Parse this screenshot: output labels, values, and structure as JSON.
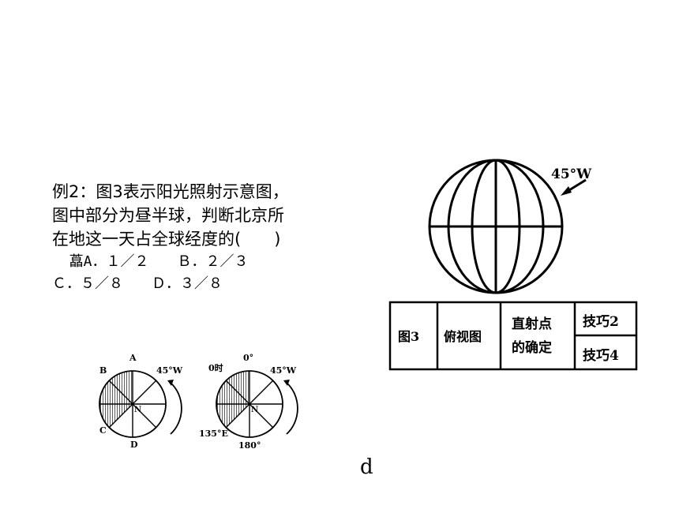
{
  "question": {
    "line1": "例2：图3表示阳光照射示意图，",
    "line2": "图中部分为昼半球，判断北京所",
    "line3": "在地这一天占全球经度的(　　)",
    "options_row1": "  藠A．１／２　　Ｂ．２／３",
    "options_row2": "Ｃ．５／８　　Ｄ．３／８"
  },
  "globe_figure": {
    "direction_label": "45°W",
    "table": {
      "col1": "图3",
      "col2": "俯视图",
      "col3_line1": "直射点",
      "col3_line2": "的确定",
      "col4_top": "技巧2",
      "col4_bottom": "技巧4"
    }
  },
  "polar_figures": {
    "left": {
      "label_a": "A",
      "label_b": "B",
      "label_c": "C",
      "label_d": "D",
      "label_n": "N",
      "direction": "45°W"
    },
    "right": {
      "label_top_left": "0时",
      "label_top": "0°",
      "label_n": "N",
      "label_bottom_left": "135°E",
      "label_bottom": "180°",
      "direction": "45°W"
    }
  },
  "footer": {
    "letter": "d"
  }
}
